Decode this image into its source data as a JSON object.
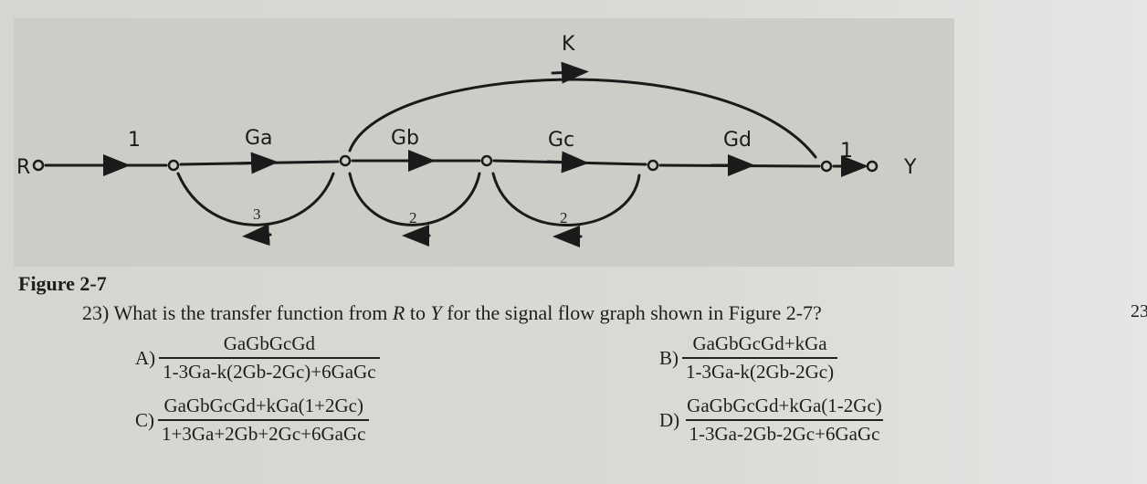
{
  "figure": {
    "caption": "Figure 2-7",
    "nodes": {
      "input": "R",
      "output": "Y"
    },
    "branches": {
      "in_gain": "1",
      "ga": "Ga",
      "gb": "Gb",
      "gc": "Gc",
      "gd": "Gd",
      "out_gain": "1",
      "k": "K",
      "loop1": "3",
      "loop2": "2",
      "loop3": "2"
    }
  },
  "question": {
    "number": "23)",
    "text_before": "What is the transfer function from",
    "r": "R",
    "to": "to",
    "y": "Y",
    "text_after": "for the signal flow graph shown in Figure 2-7?",
    "next_page_number": "23"
  },
  "options": [
    {
      "label": "A)",
      "numerator": "GaGbGcGd",
      "denominator": "1-3Ga-k(2Gb-2Gc)+6GaGc"
    },
    {
      "label": "B)",
      "numerator": "GaGbGcGd+kGa",
      "denominator": "1-3Ga-k(2Gb-2Gc)"
    },
    {
      "label": "C)",
      "numerator": "GaGbGcGd+kGa(1+2Gc)",
      "denominator": "1+3Ga+2Gb+2Gc+6GaGc"
    },
    {
      "label": "D)",
      "numerator": "GaGbGcGd+kGa(1-2Gc)",
      "denominator": "1-3Ga-2Gb-2Gc+6GaGc"
    }
  ]
}
